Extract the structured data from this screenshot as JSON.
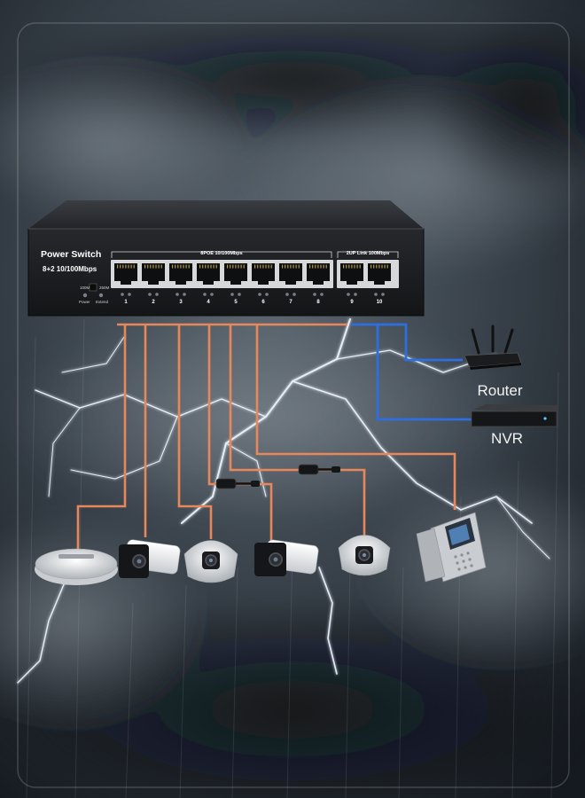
{
  "switch": {
    "title": "Power Switch",
    "model": "8+2 10/100Mbps",
    "poe_group_label": "8POE 10/100Mbps",
    "uplink_group_label": "2UP Link 100Mbps",
    "mode_left": "100M",
    "mode_right": "250M",
    "power_label": "Power",
    "extend_label": "Extend",
    "port_numbers": [
      "1",
      "2",
      "3",
      "4",
      "5",
      "6",
      "7",
      "8",
      "9",
      "10"
    ]
  },
  "devices": {
    "router_label": "Router",
    "nvr_label": "NVR"
  },
  "colors": {
    "poe_cable": "#e8875a",
    "uplink_cable": "#2d6fe0",
    "switch_body": "#1d1f22"
  },
  "icons": [
    "access-point-icon",
    "bullet-camera-icon",
    "dome-camera-icon",
    "ip-phone-icon",
    "router-icon",
    "nvr-icon"
  ]
}
